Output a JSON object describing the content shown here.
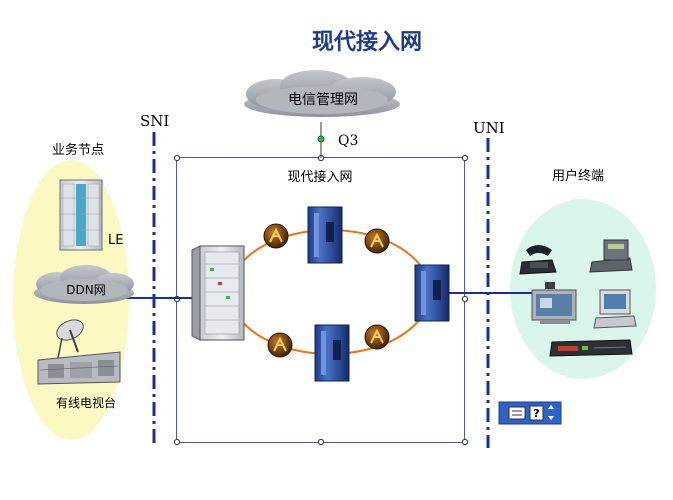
{
  "title": "现代接入网",
  "management_cloud": {
    "label": "电信管理网"
  },
  "interfaces": {
    "q3": "Q3",
    "sni": "SNI",
    "uni": "UNI"
  },
  "access_network": {
    "label": "现代接入网"
  },
  "service_nodes": {
    "heading": "业务节点",
    "le_label": "LE",
    "ddn_label": "DDN网",
    "catv_label": "有线电视台"
  },
  "user_terminals": {
    "heading": "用户终端"
  },
  "colors": {
    "title": "#1f3b8c",
    "interface_line": "#1a2f9e",
    "ring": "#e8751a",
    "service_ellipse": "#fbf8c2",
    "terminal_ellipse": "#d9f5ec",
    "cloud": "#a4a9b3",
    "equipment": "#2c4d9a"
  },
  "icons": [
    "telecom-management-cloud",
    "ddn-cloud",
    "le-switch-rack",
    "satellite-dish-station",
    "olt-cabinet",
    "onu-cabinet",
    "optical-amplifier",
    "telephone",
    "desk-phone",
    "video-terminal",
    "computer",
    "modem",
    "toolbar-widget"
  ]
}
